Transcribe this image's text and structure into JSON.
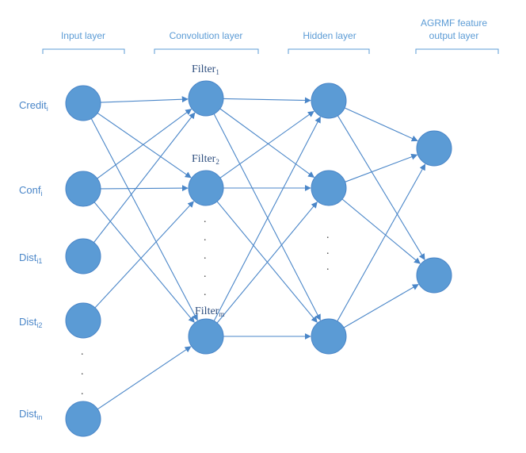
{
  "layers": {
    "input": "Input layer",
    "conv": "Convolution layer",
    "hidden": "Hidden layer",
    "output_line1": "AGRMF feature",
    "output_line2": "output layer"
  },
  "inputs": [
    {
      "base": "Credit",
      "sub": "i"
    },
    {
      "base": "Conf",
      "sub": "i"
    },
    {
      "base": "Dist",
      "sub": "i1"
    },
    {
      "base": "Dist",
      "sub": "i2"
    },
    {
      "base": "Dist",
      "sub": "in"
    }
  ],
  "filters": [
    {
      "base": "Filter",
      "sub": "1"
    },
    {
      "base": "Filter",
      "sub": "2"
    },
    {
      "base": "Filter",
      "sub": "m"
    }
  ],
  "ellipsis": "."
}
